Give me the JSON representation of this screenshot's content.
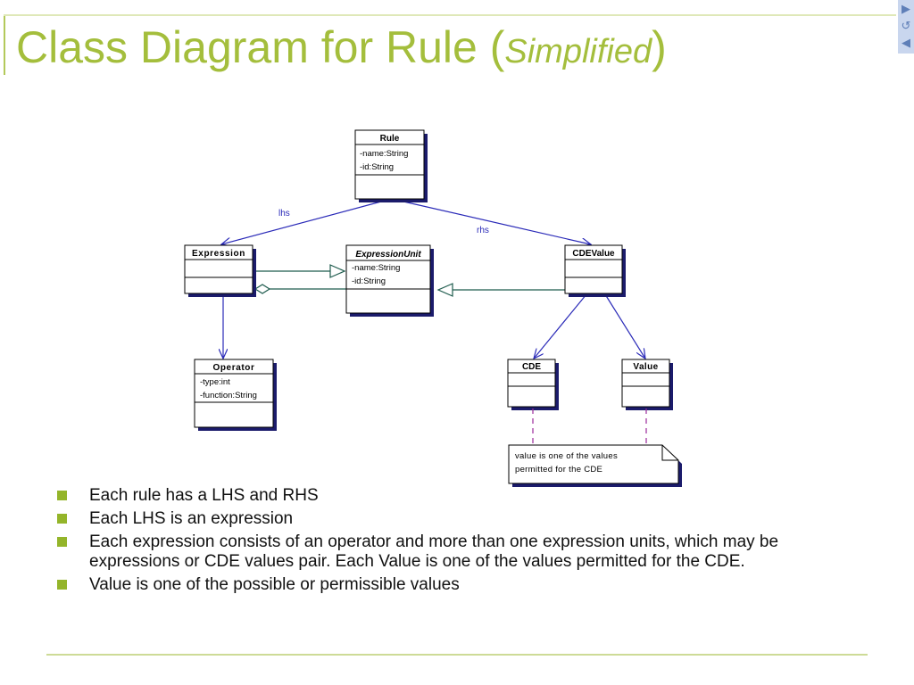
{
  "slide": {
    "title_main": "Class Diagram for Rule (",
    "title_italic": "Simplified",
    "title_close": ")"
  },
  "nav": {
    "next_glyph": "▶",
    "return_glyph": "↺",
    "prev_glyph": "◀"
  },
  "diagram": {
    "rule": {
      "name": "Rule",
      "attributes": [
        "-name:String",
        "-id:String"
      ]
    },
    "expression": {
      "name": "Expression",
      "attributes": []
    },
    "expression_unit": {
      "name": "ExpressionUnit",
      "attributes": [
        "-name:String",
        "-id:String"
      ]
    },
    "cde_value": {
      "name": "CDEValue",
      "attributes": []
    },
    "operator": {
      "name": "Operator",
      "attributes": [
        "-type:int",
        "-function:String"
      ]
    },
    "cde": {
      "name": "CDE",
      "attributes": []
    },
    "value": {
      "name": "Value",
      "attributes": []
    },
    "labels": {
      "lhs": "lhs",
      "rhs": "rhs"
    },
    "note": {
      "line1": "value is one of the values",
      "line2": "permitted for the CDE"
    },
    "colors": {
      "line": "#2a2ab8",
      "generalization": "#1f5c4e",
      "note_dash": "#9b2a9b",
      "shadow": "#1b1b6b"
    }
  },
  "bullets": [
    "Each rule has a LHS and RHS",
    "Each LHS is an expression",
    "Each expression consists of an operator and more than one expression units, which may be expressions or CDE values pair. Each Value is one of the values permitted for the CDE.",
    "Value is one of the possible or permissible values"
  ],
  "theme": {
    "accent": "#a4be3c",
    "bullet_color": "#94b52a"
  }
}
